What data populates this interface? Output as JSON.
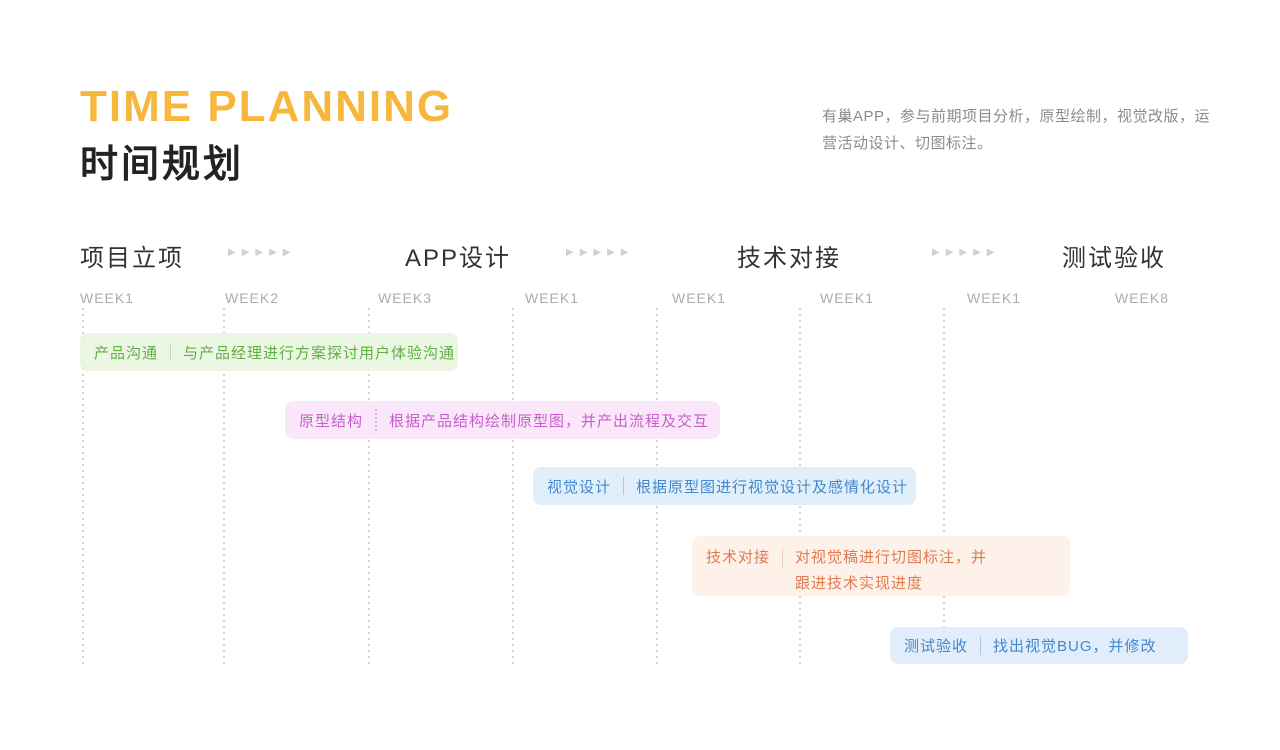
{
  "header": {
    "title_en": "TIME PLANNING",
    "title_zh": "时间规划",
    "description": "有巢APP，参与前期项目分析，原型绘制，视觉改版，运营活动设计、切图标注。"
  },
  "phases": [
    {
      "label": "项目立项"
    },
    {
      "label": "APP设计"
    },
    {
      "label": "技术对接"
    },
    {
      "label": "测试验收"
    }
  ],
  "arrow_glyphs": "▶▶▶▶▶",
  "weeks": [
    "WEEK1",
    "WEEK2",
    "WEEK3",
    "WEEK1",
    "WEEK1",
    "WEEK1",
    "WEEK1",
    "WEEK8"
  ],
  "tasks": [
    {
      "label": "产品沟通",
      "desc": "与产品经理进行方案探讨用户体验沟通",
      "text_color": "#60AF46",
      "bg_color": "#EAF6E0"
    },
    {
      "label": "原型结构",
      "desc": "根据产品结构绘制原型图，并产出流程及交互",
      "text_color": "#C75ECB",
      "bg_color": "#FAE5F9"
    },
    {
      "label": "视觉设计",
      "desc": "根据原型图进行视觉设计及感情化设计",
      "text_color": "#4388CE",
      "bg_color": "#DEEDFB"
    },
    {
      "label": "技术对接",
      "desc_lines": [
        "对视觉稿进行切图标注，并",
        "跟进技术实现进度"
      ],
      "text_color": "#DF7B50",
      "bg_color": "#FDF0E7"
    },
    {
      "label": "测试验收",
      "desc": "找出视觉BUG，并修改",
      "text_color": "#4388CE",
      "bg_color": "#DEEBF9"
    }
  ],
  "accent_colors": {
    "title_yellow": "#F6B73C",
    "heading_dark": "#222222",
    "phase_text": "#333333",
    "week_text": "#ABABAB",
    "gridline": "#D2D2D2",
    "arrow_gray": "#D8CEC7",
    "description_gray": "#8B8B8B"
  }
}
